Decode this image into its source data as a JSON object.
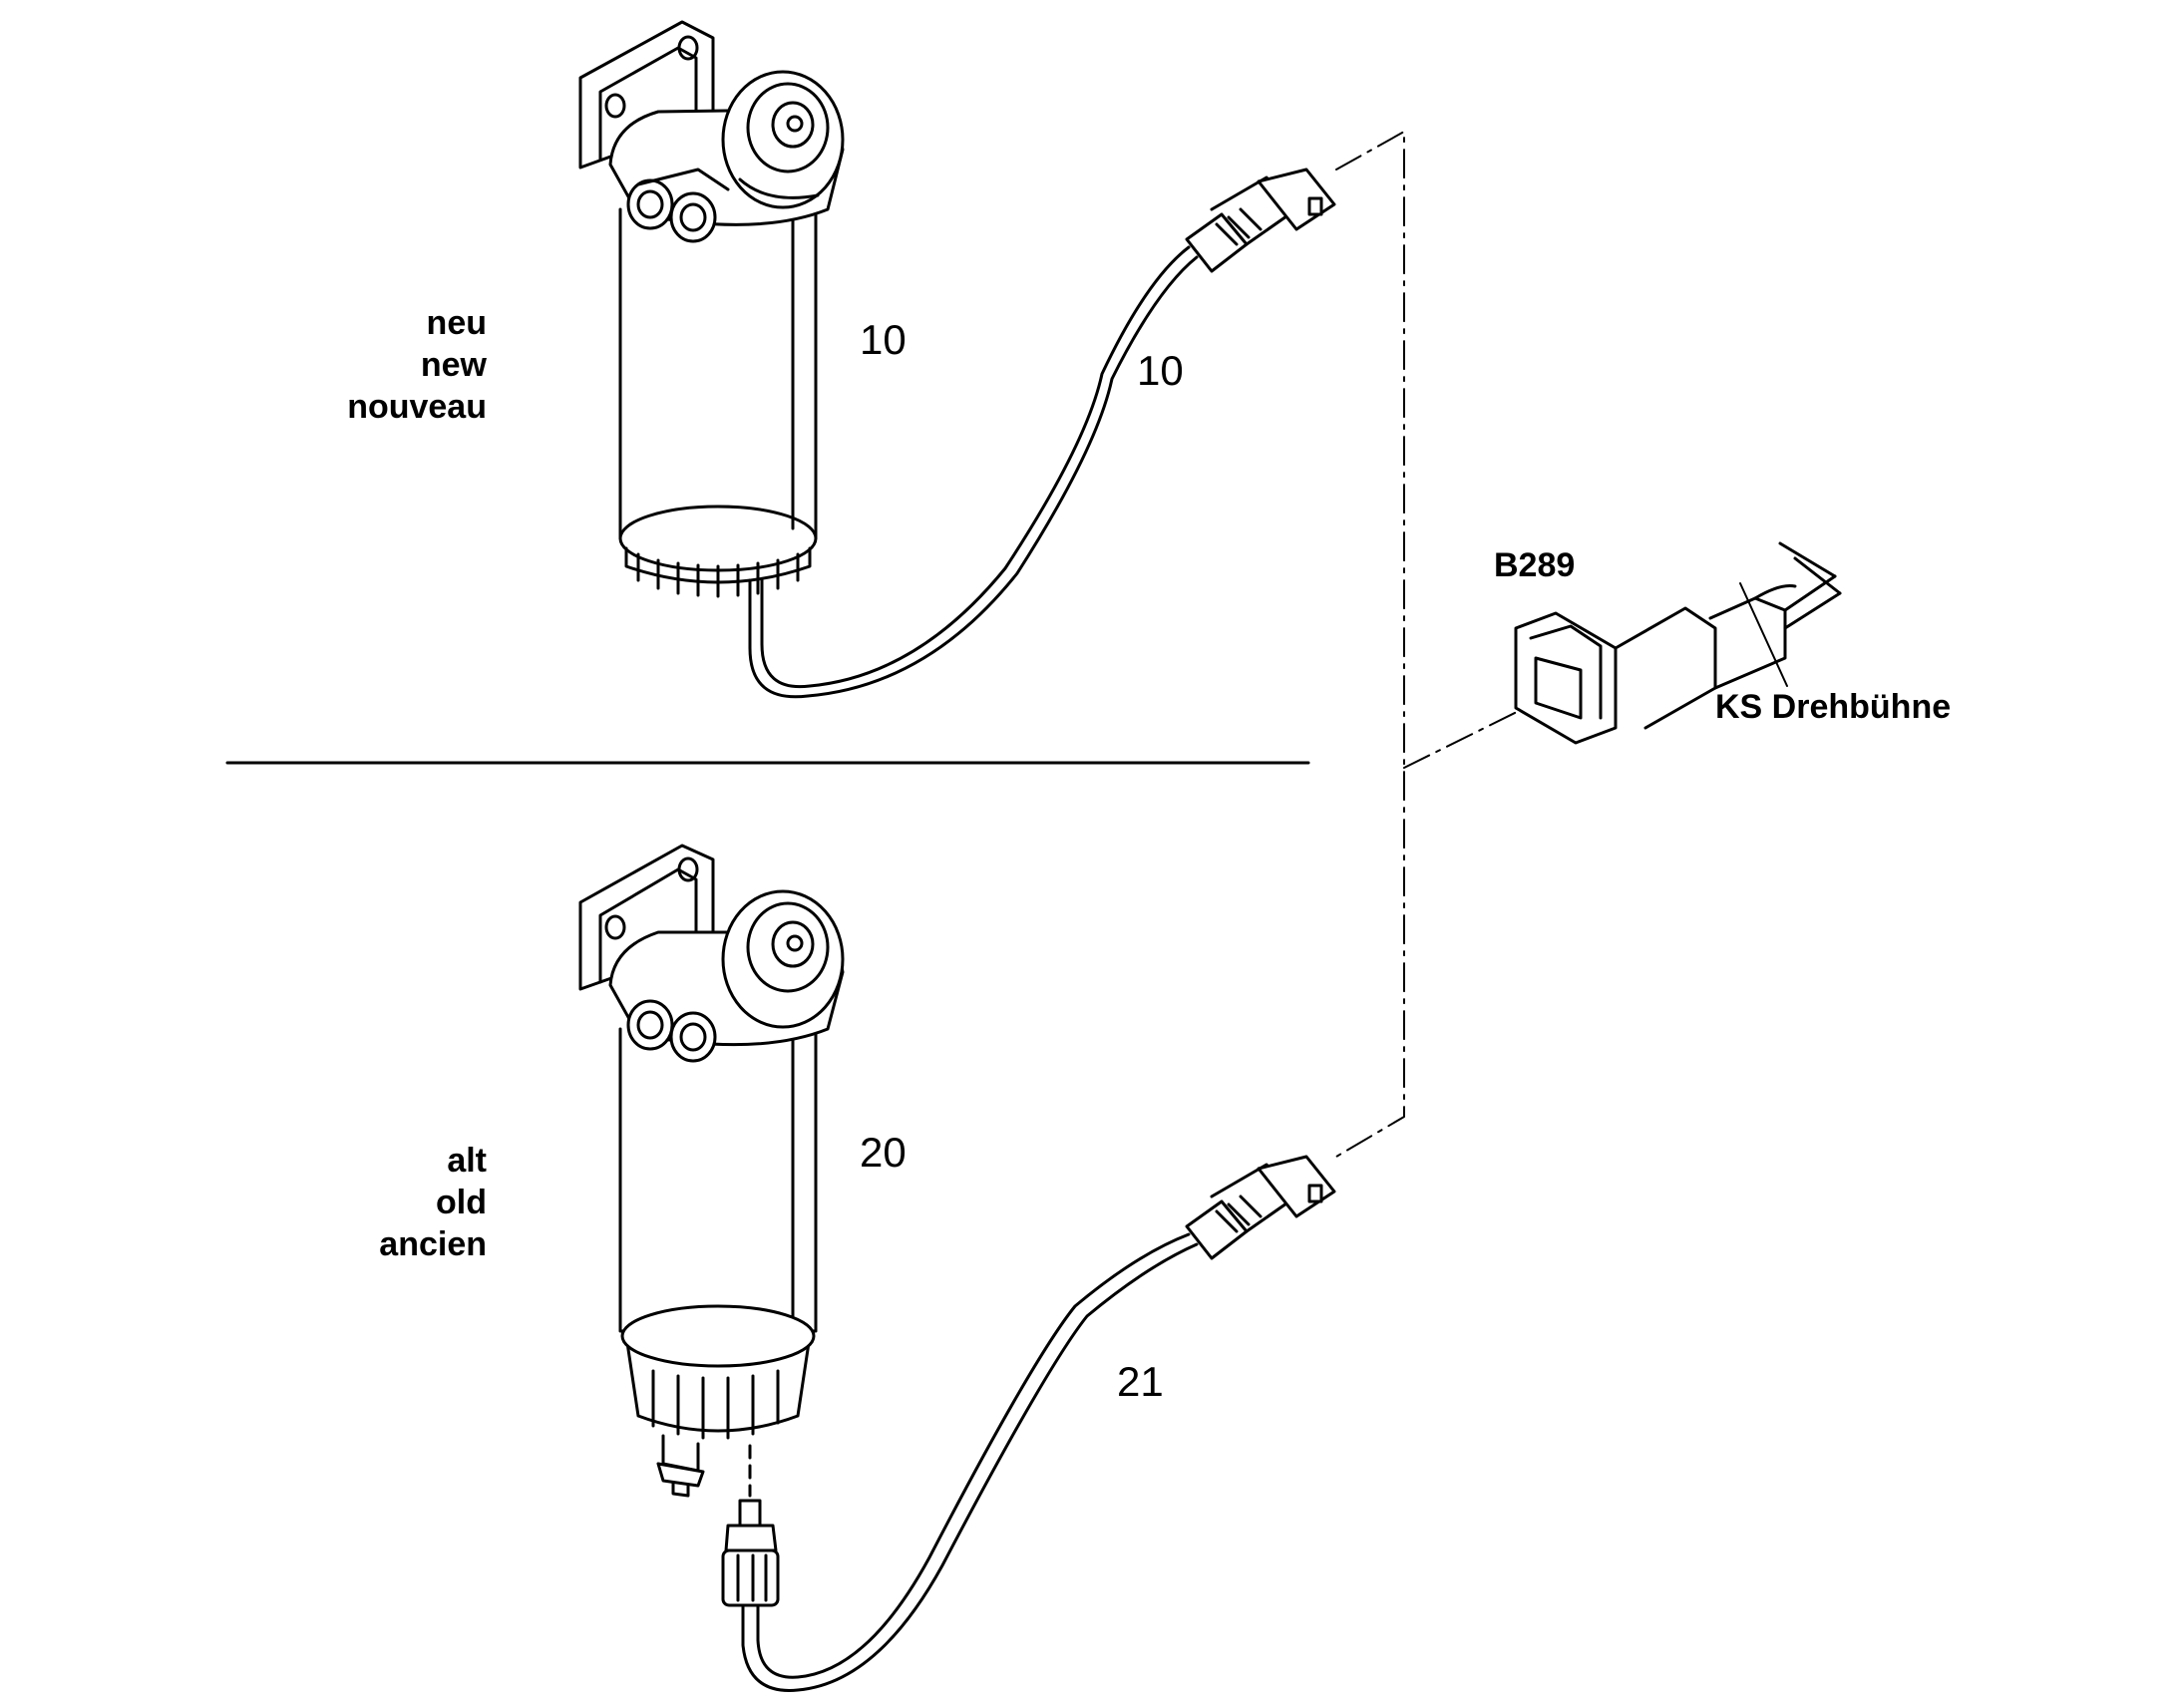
{
  "variant_new": {
    "line1": "neu",
    "line2": "new",
    "line3": "nouveau"
  },
  "variant_old": {
    "line1": "alt",
    "line2": "old",
    "line3": "ancien"
  },
  "callouts": {
    "filter_new": "10",
    "cable_new": "10",
    "filter_old": "20",
    "cable_old": "21"
  },
  "connector": {
    "code": "B289",
    "name": "KS Drehbühne"
  }
}
